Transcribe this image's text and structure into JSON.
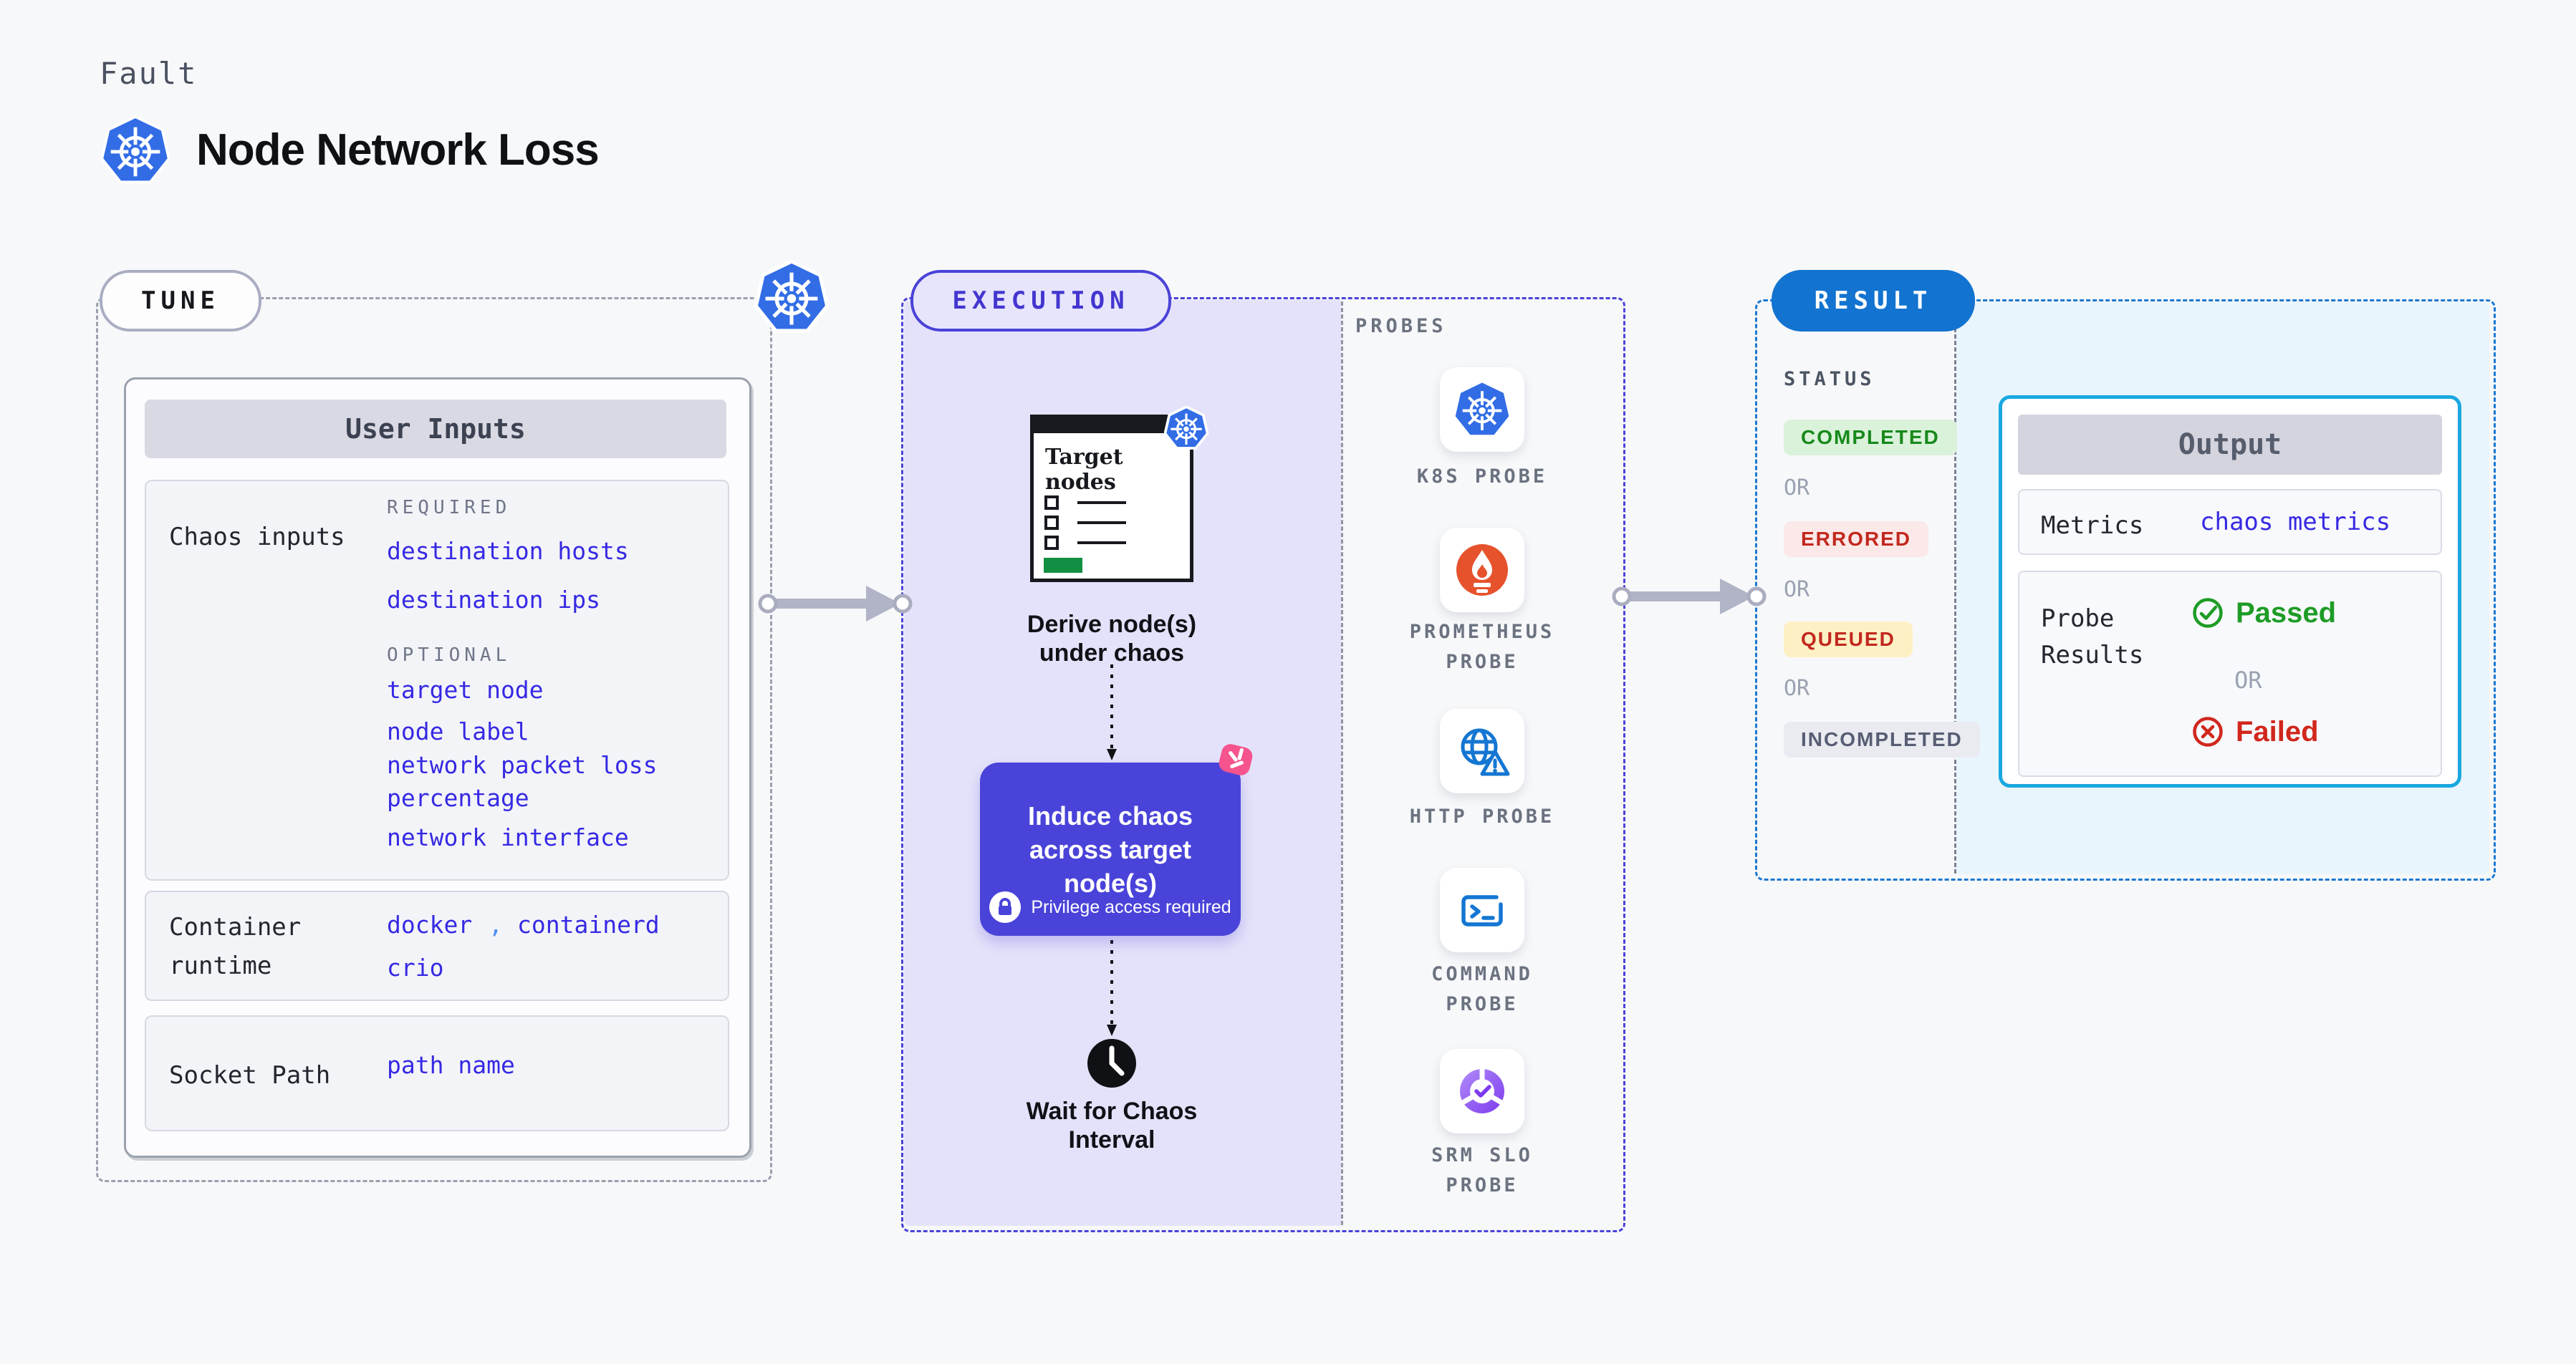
{
  "header": {
    "eyebrow": "Fault",
    "title": "Node Network Loss"
  },
  "tune": {
    "label": "TUNE",
    "user_inputs": {
      "header": "User Inputs",
      "chaos_inputs": {
        "label": "Chaos inputs",
        "required_label": "REQUIRED",
        "required": [
          "destination hosts",
          "destination ips"
        ],
        "optional_label": "OPTIONAL",
        "optional": [
          "target node",
          "node label",
          "network packet loss percentage",
          "network interface"
        ]
      },
      "container_runtime": {
        "label": "Container runtime",
        "values": [
          "docker",
          "containerd",
          "crio"
        ],
        "comma": ","
      },
      "socket_path": {
        "label": "Socket Path",
        "value": "path name"
      }
    }
  },
  "execution": {
    "label": "EXECUTION",
    "target_nodes": "Target nodes",
    "derive": "Derive node(s) under chaos",
    "induce": "Induce chaos across target node(s)",
    "privilege": "Privilege access required",
    "wait": "Wait for Chaos Interval",
    "probes_label": "PROBES",
    "probes": [
      {
        "icon": "kubernetes-icon",
        "label": "K8S PROBE"
      },
      {
        "icon": "prometheus-icon",
        "label": "PROMETHEUS PROBE"
      },
      {
        "icon": "http-icon",
        "label": "HTTP PROBE"
      },
      {
        "icon": "command-icon",
        "label": "COMMAND PROBE"
      },
      {
        "icon": "srm-slo-icon",
        "label": "SRM SLO PROBE"
      }
    ]
  },
  "result": {
    "label": "RESULT",
    "status_label": "STATUS",
    "statuses": [
      "COMPLETED",
      "ERRORED",
      "QUEUED",
      "INCOMPLETED"
    ],
    "or": "OR",
    "output": {
      "header": "Output",
      "metrics_label": "Metrics",
      "metrics_value": "chaos metrics",
      "probe_results_label": "Probe Results",
      "passed": "Passed",
      "or": "OR",
      "failed": "Failed"
    }
  },
  "colors": {
    "accent_indigo": "#4a43d9",
    "link_blue": "#3629e3",
    "result_blue": "#1273d0",
    "output_border_cyan": "#19a8e0",
    "completed_green": "#17891b",
    "errored_red": "#c2281f",
    "queued_yellow_bg": "#fdf0c5",
    "passed_green": "#1e9c26",
    "failed_red": "#d1271d",
    "kubernetes_blue": "#326de6",
    "prometheus_orange": "#e6522c",
    "litmus_pink": "#f5548e"
  }
}
